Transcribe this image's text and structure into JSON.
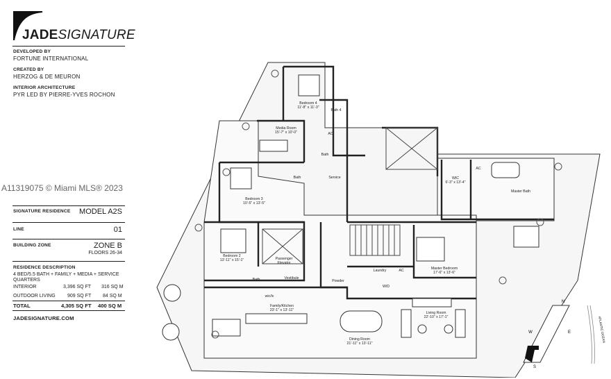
{
  "brand": {
    "bold": "JADE",
    "italic": "SIGNATURE"
  },
  "credits": [
    {
      "label": "DEVELOPED BY",
      "value": "FORTUNE INTERNATIONAL"
    },
    {
      "label": "CREATED BY",
      "value": "HERZOG & DE MEURON"
    },
    {
      "label": "INTERIOR ARCHITECTURE",
      "value": "PYR LED BY PIERRE-YVES ROCHON"
    }
  ],
  "watermark": "A11319075 © Miami MLS® 2023",
  "residence": {
    "label": "SIGNATURE RESIDENCE",
    "value": "MODEL A2S"
  },
  "line": {
    "label": "LINE",
    "value": "01"
  },
  "zone": {
    "label": "BUILDING ZONE",
    "value": "ZONE B",
    "floors": "FLOORS 26-34"
  },
  "description": {
    "label": "RESIDENCE DESCRIPTION",
    "line1": "4 BED/5.5 BATH + FAMILY + MEDIA + SERVICE",
    "line2": "QUARTERS"
  },
  "areas": [
    {
      "name": "INTERIOR",
      "sqft": "3,396 SQ FT",
      "sqm": "316 SQ M"
    },
    {
      "name": "OUTDOOR LIVING",
      "sqft": "909 SQ FT",
      "sqm": "84 SQ M"
    },
    {
      "name": "TOTAL",
      "sqft": "4,305 SQ FT",
      "sqm": "400 SQ M"
    }
  ],
  "website": "JADESIGNATURE.COM",
  "rooms": {
    "bed4": {
      "name": "Bedroom 4",
      "dim": "11'-8\" x 11'-3\""
    },
    "bath4": "Bath 4",
    "ac1": "AC",
    "bath_svc": "Bath",
    "service": "Service",
    "media": {
      "name": "Media Room",
      "dim": "15'-7\" x 10'-0\""
    },
    "bath3": "Bath",
    "bed3": {
      "name": "Bedroom 3",
      "dim": "10'-5\" x 13'-5\""
    },
    "wic": {
      "name": "WIC",
      "dim": "6'-3\" x 13'-4\""
    },
    "ac2": "AC",
    "master_bath": "Master Bath",
    "bed2": {
      "name": "Bedroom 2",
      "dim": "13'-11\" x 15'-1\""
    },
    "elevator": {
      "name": "Passenger",
      "name2": "Elevator"
    },
    "vestibule": "Vestibule",
    "bath2": "Bath",
    "wic2": "wic/lv",
    "powder": "Powder",
    "laundry": "Laundry",
    "ac3": "AC",
    "wd": "W/D",
    "master_bed": {
      "name": "Master Bedroom",
      "dim": "17'-6\" x 13'-6\""
    },
    "family": {
      "name": "Family/Kitchen",
      "dim": "23'-1\" x 13'-11\""
    },
    "living": {
      "name": "Living Room",
      "dim": "22'-10\" x 17'-1\""
    },
    "dining": {
      "name": "Dining Room",
      "dim": "21'-11\" x 13'-11\""
    }
  },
  "compass": {
    "n": "N",
    "e": "E",
    "s": "S",
    "w": "W",
    "ocean": "ATLANTIC OCEAN"
  }
}
